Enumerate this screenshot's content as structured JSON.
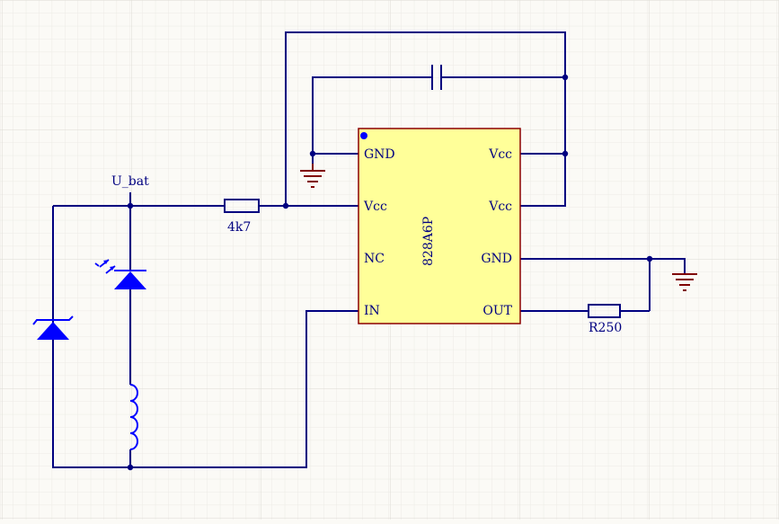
{
  "schematic": {
    "colors": {
      "background": "#fbfaf6",
      "grid_minor": "#ecebe5",
      "grid_major": "#dcdbd4",
      "wire": "#000080",
      "component": "#0000ff",
      "ic_fill": "#ffff99",
      "ic_border": "#8b0000",
      "ground_symbol": "#800000",
      "text": "#000080"
    },
    "ic": {
      "part_number": "828A6P",
      "pins_left": [
        "GND",
        "Vcc",
        "NC",
        "IN"
      ],
      "pins_right": [
        "Vcc",
        "Vcc",
        "GND",
        "OUT"
      ]
    },
    "net_label": "U_bat",
    "resistor_input": "4k7",
    "resistor_output": "R250"
  }
}
